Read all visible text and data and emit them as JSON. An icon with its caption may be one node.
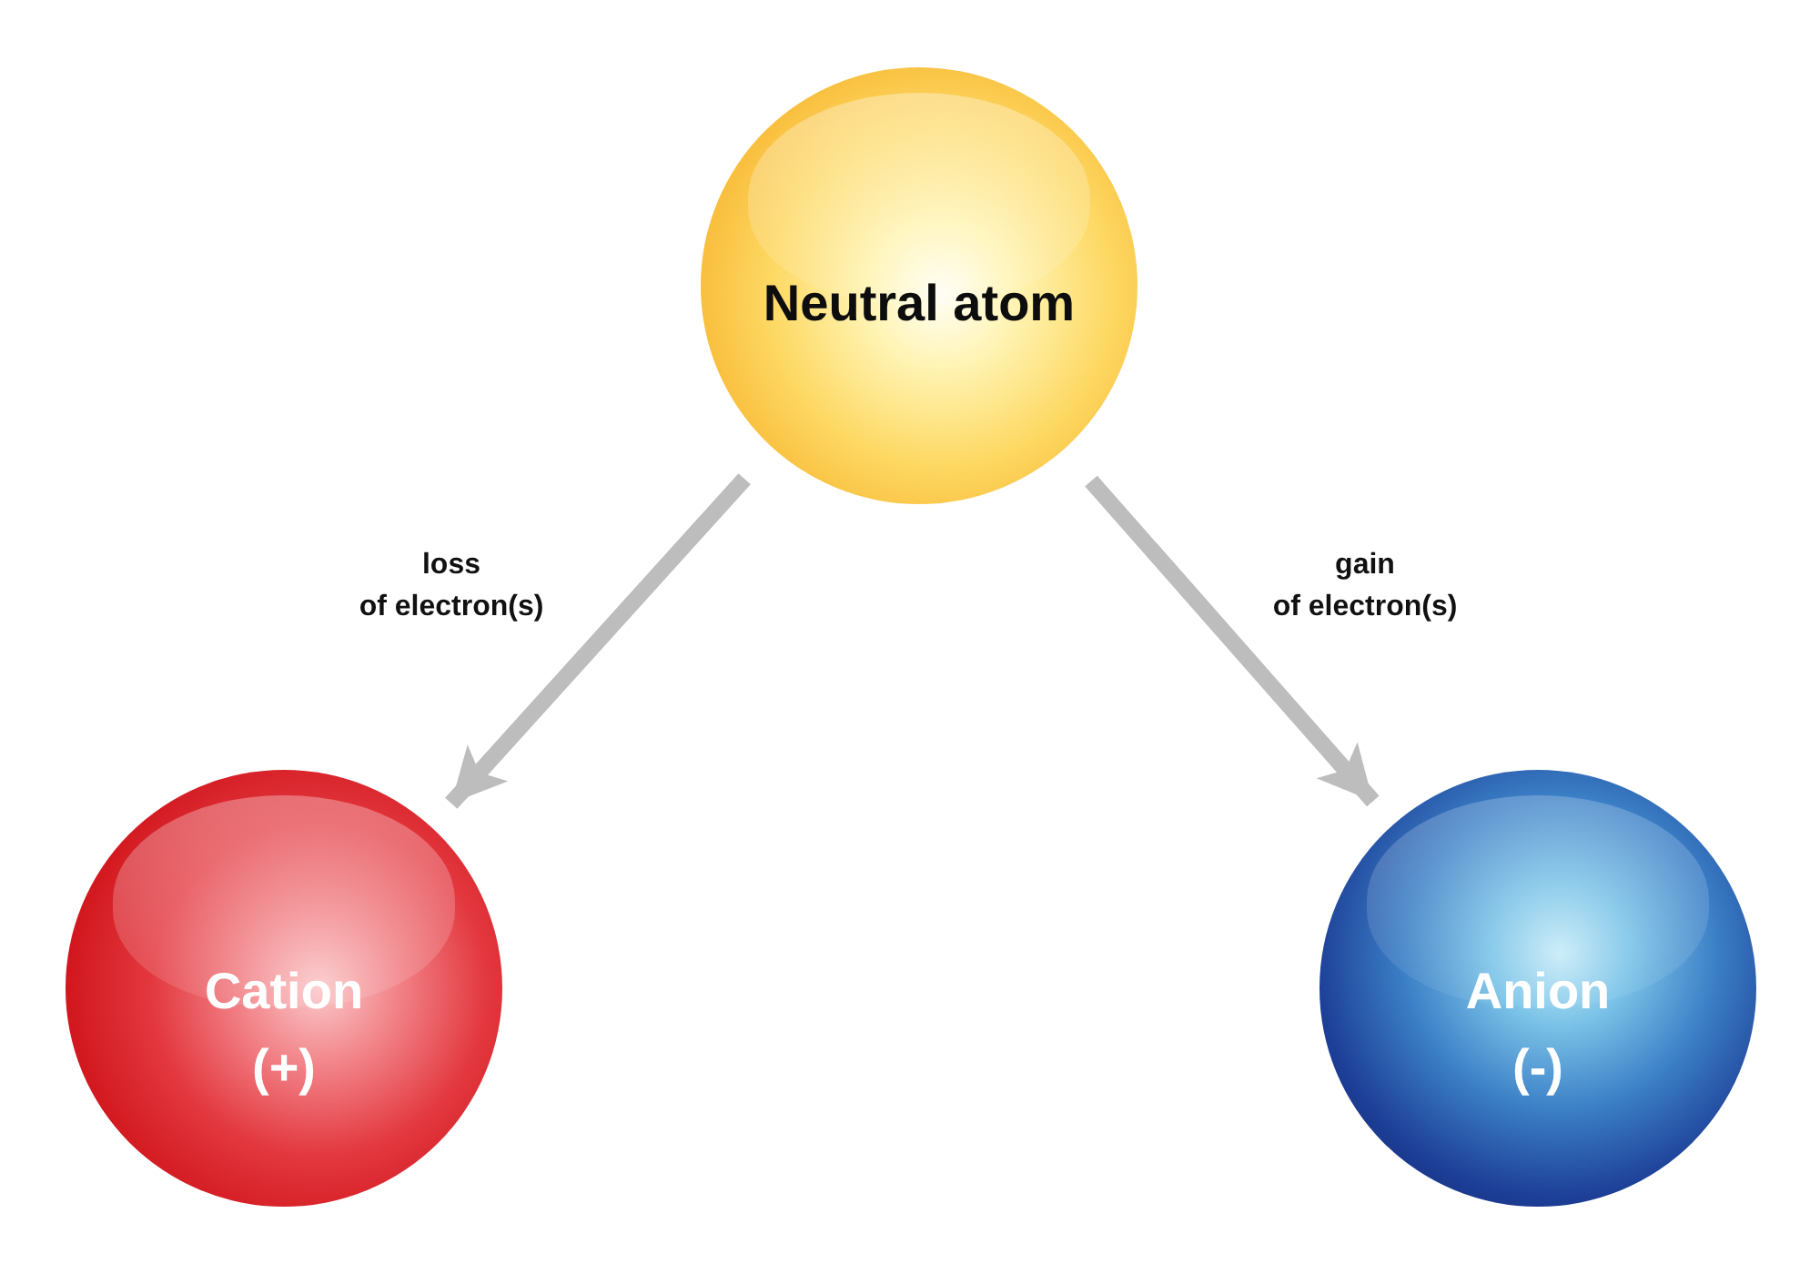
{
  "diagram": {
    "nodes": [
      {
        "text": [
          "Neutral atom"
        ]
      },
      {
        "text": [
          "Cation",
          "(+)"
        ]
      },
      {
        "text": [
          "Anion",
          "(-)"
        ]
      }
    ],
    "edges": [
      {
        "from": 0,
        "to": 1,
        "arrow": "to",
        "label": "loss of electron(s)"
      },
      {
        "from": 0,
        "to": 2,
        "arrow": "to",
        "label": "gain of electron(s)"
      }
    ]
  }
}
